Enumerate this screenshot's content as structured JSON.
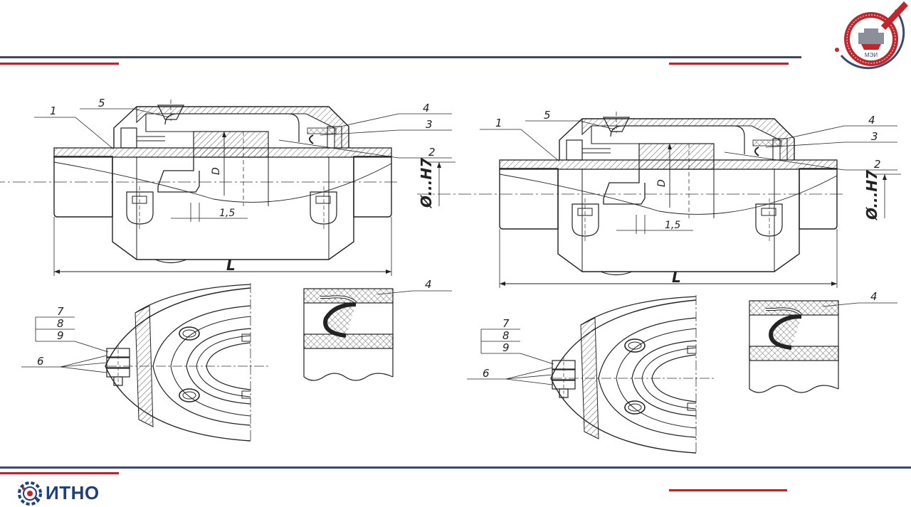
{
  "colors": {
    "navy": "#3a4a6e",
    "red": "#b8262c",
    "ink": "#222222",
    "logo_blue": "#1f3f7a"
  },
  "footer": {
    "logo_text": "ИТНО",
    "logo_icon": "gear-icon"
  },
  "emblem": {
    "text": "МЭИ",
    "icon": "university-emblem-icon"
  },
  "left_figure": {
    "labels": [
      "1",
      "2",
      "3",
      "4",
      "5",
      "6",
      "7",
      "8",
      "9"
    ],
    "detail_label": "4",
    "dim_gap": "1,5",
    "dim_d": "D",
    "dim_fit": "Ø...H7",
    "dim_length": "L"
  },
  "right_figure": {
    "labels": [
      "1",
      "2",
      "3",
      "4",
      "5",
      "6",
      "7",
      "8",
      "9"
    ],
    "detail_label": "4",
    "dim_gap": "1,5",
    "dim_d": "D",
    "dim_fit": "Ø...H7",
    "dim_length": "L"
  }
}
